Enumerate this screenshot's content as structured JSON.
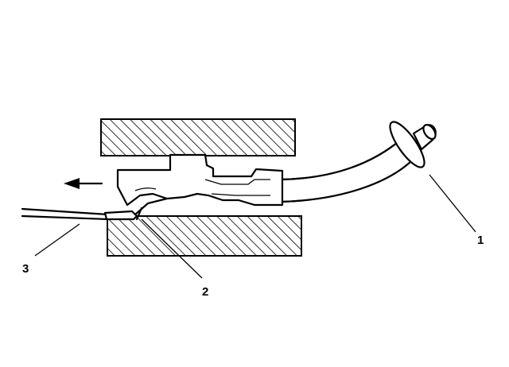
{
  "diagram": {
    "callouts": [
      {
        "id": "1",
        "label": "1"
      },
      {
        "id": "2",
        "label": "2"
      },
      {
        "id": "3",
        "label": "3"
      }
    ],
    "colors": {
      "ink": "#000000",
      "background": "#ffffff"
    },
    "icons": {
      "direction": "arrow-left-icon"
    }
  }
}
